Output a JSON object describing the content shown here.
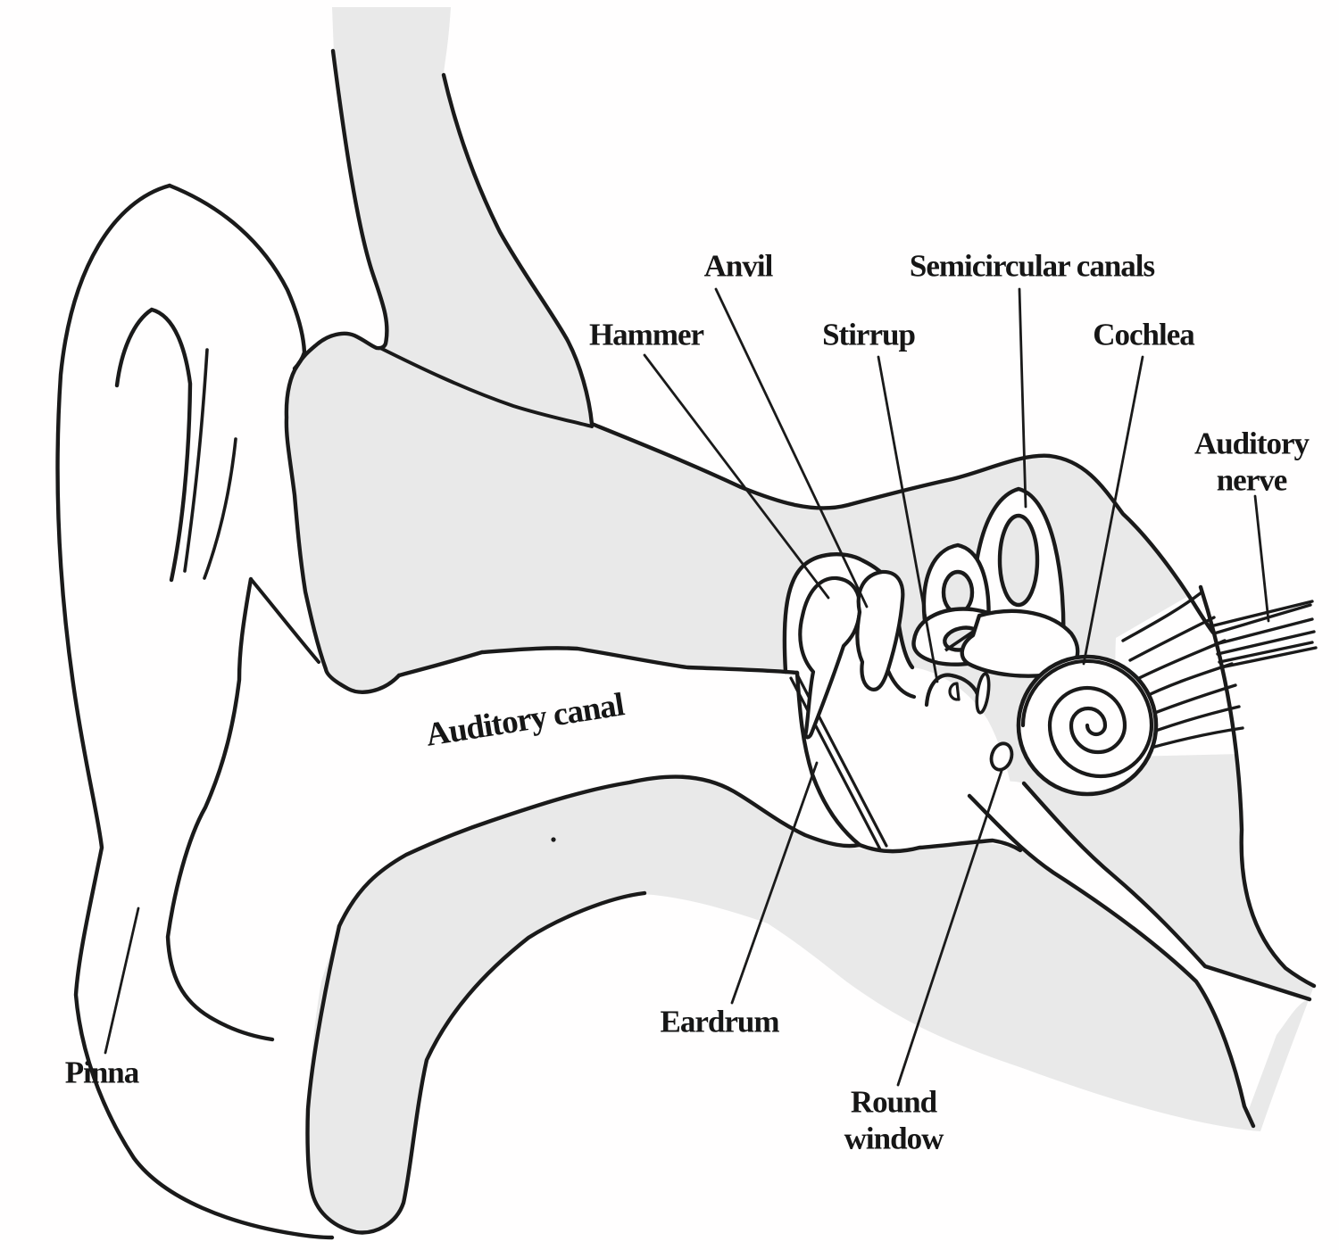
{
  "figure": {
    "type": "anatomical-diagram",
    "subject": "Structure of the human ear (cross-section)",
    "background_color": "#fffefe",
    "ink_color": "#1a1a1a",
    "tissue_fill_color": "#e9e9e9",
    "regions_depicted": [
      "outer ear",
      "middle ear",
      "inner ear"
    ]
  },
  "labels": {
    "pinna": {
      "text": "Pinna"
    },
    "auditory_canal": {
      "text": "Auditory canal"
    },
    "eardrum": {
      "text": "Eardrum"
    },
    "hammer": {
      "text": "Hammer"
    },
    "anvil": {
      "text": "Anvil"
    },
    "stirrup": {
      "text": "Stirrup"
    },
    "semicircular_canals": {
      "text": "Semicircular canals"
    },
    "cochlea": {
      "text": "Cochlea"
    },
    "round_window": {
      "text": "Round\nwindow"
    },
    "auditory_nerve": {
      "text": "Auditory\nnerve"
    }
  }
}
